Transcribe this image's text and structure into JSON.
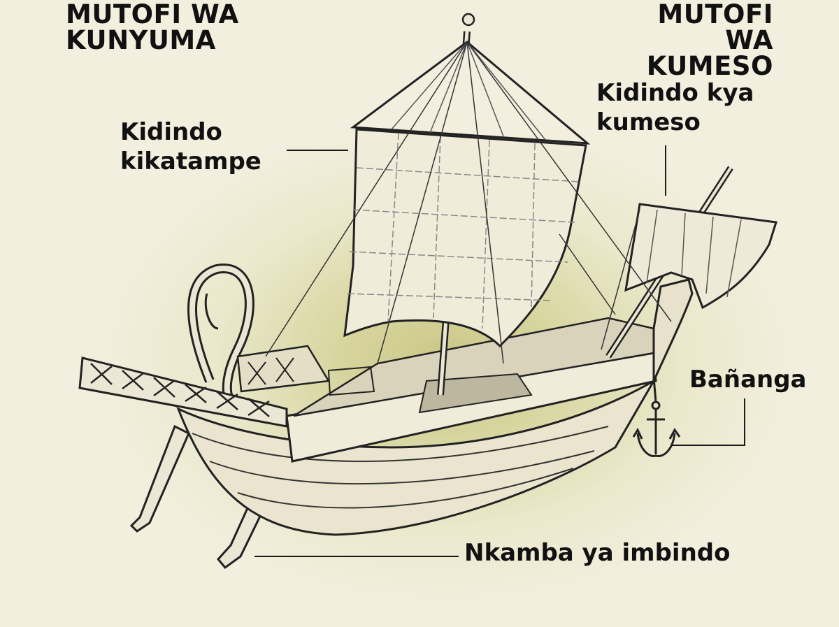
{
  "headings": {
    "stern": "MUTOFI WA\nKUNYUMA",
    "bow": "MUTOFI WA\nKUMESO"
  },
  "labels": {
    "mainsail": "Kidindo\nkikatampe",
    "foresail": "Kidindo kya\nkumeso",
    "anchor": "Bañanga",
    "steering_oar": "Nkamba ya imbindo"
  },
  "colors": {
    "background": "#f3efdf",
    "highlight": "#c9c784",
    "ink": "#111111"
  }
}
